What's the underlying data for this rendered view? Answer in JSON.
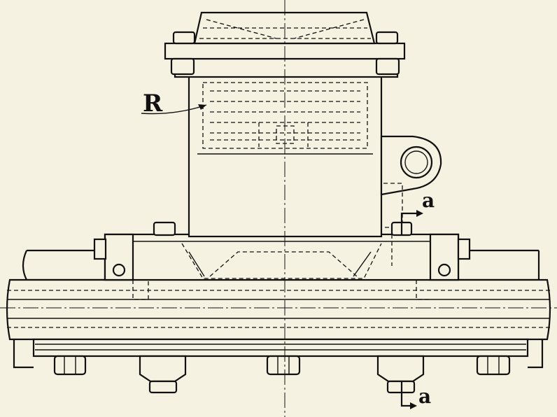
{
  "drawing": {
    "labels": {
      "part_r": "R",
      "section_top": "a",
      "section_bottom": "a"
    },
    "colors": {
      "paper": "#f6f2e2",
      "ink": "#111111"
    }
  }
}
